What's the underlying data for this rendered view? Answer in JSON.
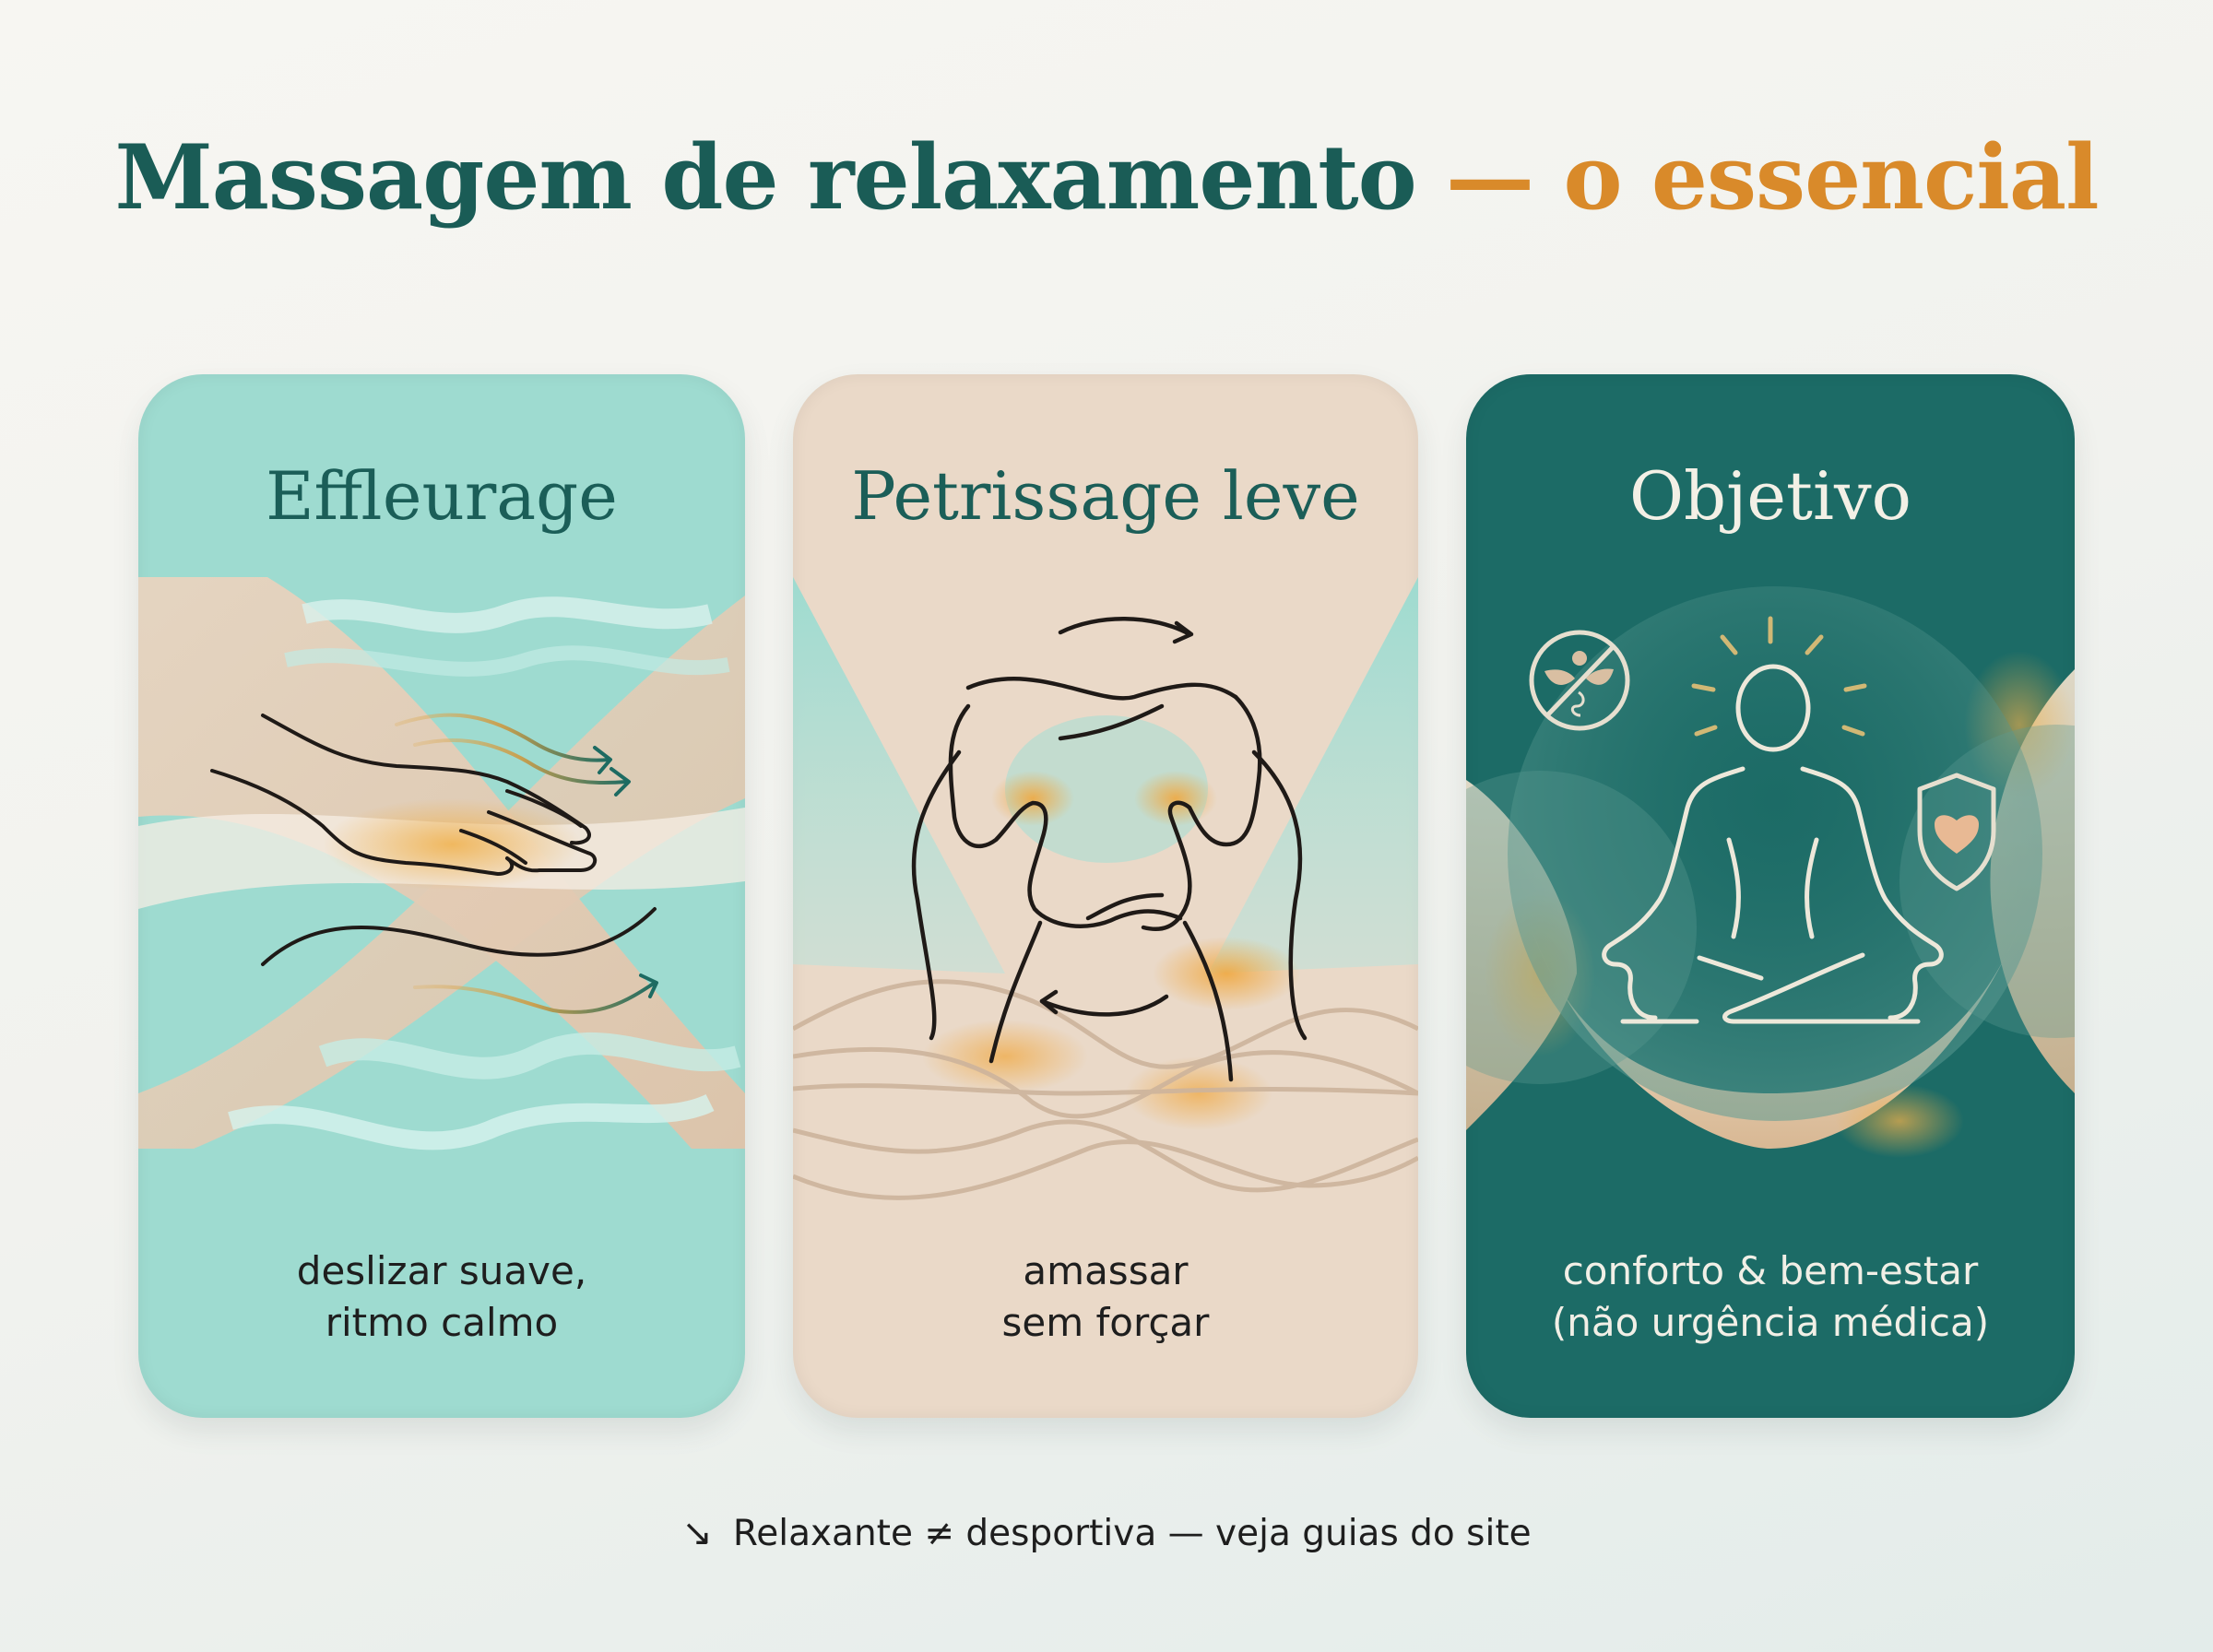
{
  "header": {
    "title_main": "Massagem de relaxamento",
    "title_accent": "— o essencial"
  },
  "cards": [
    {
      "title": "Effleurage",
      "caption_lines": [
        "deslizar suave,",
        "ritmo calmo"
      ],
      "illustration": "hand-gliding-with-flow-arrows",
      "bg_color": "#9edbd0"
    },
    {
      "title": "Petrissage leve",
      "caption_lines": [
        "amassar",
        "sem forçar"
      ],
      "illustration": "hands-kneading-with-rotation-arrows",
      "bg_color": "#ead9c8"
    },
    {
      "title": "Objetivo",
      "caption_lines": [
        "conforto & bem-estar",
        "(não urgência médica)"
      ],
      "illustration": "meditating-figure-with-icons",
      "icons": [
        "no-medical-icon",
        "shield-heart-icon"
      ],
      "bg_color": "#1c6b66"
    }
  ],
  "footer": {
    "arrow_icon": "↘",
    "text": "Relaxante ≠ desportiva — veja guias do site"
  },
  "colors": {
    "title_teal": "#1a5c56",
    "accent_orange": "#d98a2a",
    "mint": "#9edbd0",
    "sand": "#ead9c8",
    "deep_teal": "#1c6b66",
    "glow": "#f0b04a"
  }
}
